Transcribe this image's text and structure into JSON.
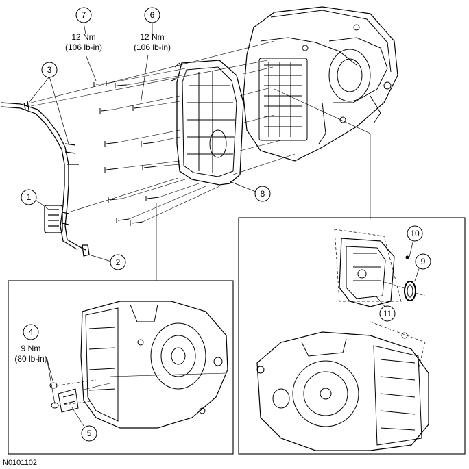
{
  "figure_id": "N0101102",
  "callouts": {
    "c1": "1",
    "c2": "2",
    "c3": "3",
    "c4": "4",
    "c5": "5",
    "c6": "6",
    "c7": "7",
    "c8": "8",
    "c9": "9",
    "c10": "10",
    "c11": "11"
  },
  "torques": {
    "t7_nm": "12 Nm",
    "t7_lbin": "(106 lb-in)",
    "t6_nm": "12 Nm",
    "t6_lbin": "(106 lb-in)",
    "t4_nm": "9 Nm",
    "t4_lbin": "(80 lb-in)"
  }
}
